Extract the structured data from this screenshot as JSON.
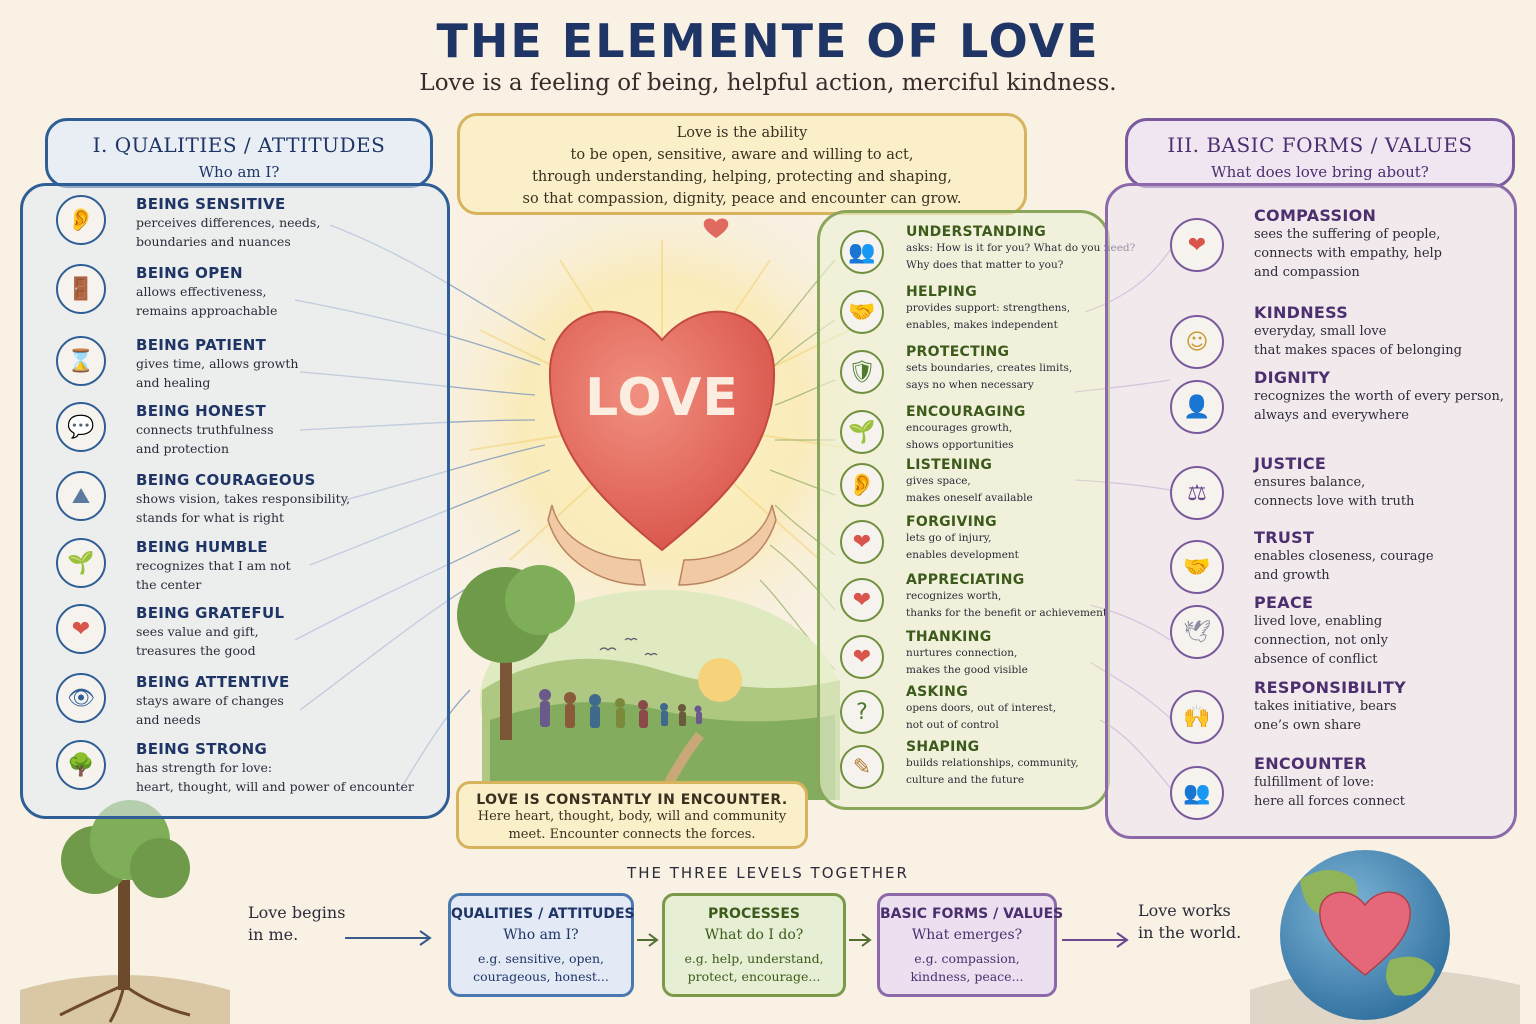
{
  "title": "THE ELEMENTE OF LOVE",
  "subtitle": "Love is a feeling of being, helpful action, merciful kindness.",
  "ability": {
    "lines": [
      "Love is the ability",
      "to be open, sensitive, aware and willing to act,",
      "through understanding, helping, protecting and shaping,",
      "so that compassion, dignity, peace and encounter can grow."
    ]
  },
  "heart_label": "LOVE",
  "qualities": {
    "heading": "I. QUALITIES / ATTITUDES",
    "question": "Who am I?",
    "items": [
      {
        "name": "BEING SENSITIVE",
        "desc": [
          "perceives differences, needs,",
          "boundaries and nuances"
        ],
        "icon": "ear-icon"
      },
      {
        "name": "BEING OPEN",
        "desc": [
          "allows effectiveness,",
          "remains approachable"
        ],
        "icon": "open-door-icon"
      },
      {
        "name": "BEING PATIENT",
        "desc": [
          "gives time, allows growth",
          "and healing"
        ],
        "icon": "hourglass-icon"
      },
      {
        "name": "BEING HONEST",
        "desc": [
          "connects truthfulness",
          "and protection"
        ],
        "icon": "speech-heart-icon"
      },
      {
        "name": "BEING COURAGEOUS",
        "desc": [
          "shows vision, takes responsibility,",
          "stands for what is right"
        ],
        "icon": "mountain-flag-icon"
      },
      {
        "name": "BEING HUMBLE",
        "desc": [
          "recognizes that I am not",
          "the center"
        ],
        "icon": "sprout-icon"
      },
      {
        "name": "BEING GRATEFUL",
        "desc": [
          "sees value and gift,",
          "treasures the good"
        ],
        "icon": "hands-heart-icon"
      },
      {
        "name": "BEING ATTENTIVE",
        "desc": [
          "stays aware of changes",
          "and needs"
        ],
        "icon": "eye-icon"
      },
      {
        "name": "BEING STRONG",
        "desc": [
          "has strength for love:",
          "heart, thought, will and power of encounter"
        ],
        "icon": "tree-icon"
      }
    ]
  },
  "processes": {
    "items": [
      {
        "name": "UNDERSTANDING",
        "desc": [
          "asks: How is it for you? What do you need?",
          "Why does that matter to you?"
        ],
        "icon": "two-people-icon"
      },
      {
        "name": "HELPING",
        "desc": [
          "provides support: strengthens,",
          "enables, makes independent"
        ],
        "icon": "helping-hands-icon"
      },
      {
        "name": "PROTECTING",
        "desc": [
          "sets boundaries, creates limits,",
          "says no when necessary"
        ],
        "icon": "shield-icon"
      },
      {
        "name": "ENCOURAGING",
        "desc": [
          "encourages growth,",
          "shows opportunities"
        ],
        "icon": "seedling-icon"
      },
      {
        "name": "LISTENING",
        "desc": [
          "gives space,",
          "makes oneself available"
        ],
        "icon": "ear-icon"
      },
      {
        "name": "FORGIVING",
        "desc": [
          "lets go of injury,",
          "enables development"
        ],
        "icon": "hands-heart-icon"
      },
      {
        "name": "APPRECIATING",
        "desc": [
          "recognizes worth,",
          "thanks for the benefit or achievement"
        ],
        "icon": "heart-icon"
      },
      {
        "name": "THANKING",
        "desc": [
          "nurtures connection,",
          "makes the good visible"
        ],
        "icon": "hands-heart-icon"
      },
      {
        "name": "ASKING",
        "desc": [
          "opens doors, out of interest,",
          "not out of control"
        ],
        "icon": "question-icon"
      },
      {
        "name": "SHAPING",
        "desc": [
          "builds relationships, community,",
          "culture and the future"
        ],
        "icon": "pencil-icon"
      }
    ]
  },
  "forms": {
    "heading": "III. BASIC FORMS / VALUES",
    "question": "What does love bring about?",
    "items": [
      {
        "name": "COMPASSION",
        "desc": [
          "sees the suffering of people,",
          "connects with empathy, help",
          "and compassion"
        ],
        "icon": "hands-heart-icon"
      },
      {
        "name": "KINDNESS",
        "desc": [
          "everyday, small love",
          "that makes spaces of belonging"
        ],
        "icon": "smiley-icon"
      },
      {
        "name": "DIGNITY",
        "desc": [
          "recognizes the worth of every person,",
          "always and everywhere"
        ],
        "icon": "person-icon"
      },
      {
        "name": "JUSTICE",
        "desc": [
          "ensures balance,",
          "connects love with truth"
        ],
        "icon": "scales-icon"
      },
      {
        "name": "TRUST",
        "desc": [
          "enables closeness, courage",
          "and growth"
        ],
        "icon": "handshake-icon"
      },
      {
        "name": "PEACE",
        "desc": [
          "lived love, enabling",
          "connection, not only",
          "absence of conflict"
        ],
        "icon": "dove-icon"
      },
      {
        "name": "RESPONSIBILITY",
        "desc": [
          "takes initiative, bears",
          "one’s own share"
        ],
        "icon": "hands-person-icon"
      },
      {
        "name": "ENCOUNTER",
        "desc": [
          "fulfillment of love:",
          "here all forces connect"
        ],
        "icon": "group-icon"
      }
    ]
  },
  "encounter": {
    "title": "LOVE IS CONSTANTLY IN ENCOUNTER.",
    "lines": [
      "Here heart, thought, body, will and community",
      "meet. Encounter connects the forces."
    ]
  },
  "levels": {
    "title": "THE THREE LEVELS TOGETHER",
    "begin": [
      "Love begins",
      "in me."
    ],
    "works": [
      "Love works",
      "in the world."
    ],
    "boxes": [
      {
        "heading": "QUALITIES / ATTITUDES",
        "question": "Who am I?",
        "example": [
          "e.g. sensitive, open,",
          "courageous, honest..."
        ]
      },
      {
        "heading": "PROCESSES",
        "question": "What do I do?",
        "example": [
          "e.g. help, understand,",
          "protect, encourage..."
        ]
      },
      {
        "heading": "BASIC FORMS / VALUES",
        "question": "What emerges?",
        "example": [
          "e.g. compassion,",
          "kindness, peace..."
        ]
      }
    ]
  },
  "colors": {
    "blue": "#2f5e96",
    "green": "#6f8f3c",
    "purple": "#7a5a9c",
    "heart": "#e06a5f",
    "gold": "#d8b35e"
  }
}
